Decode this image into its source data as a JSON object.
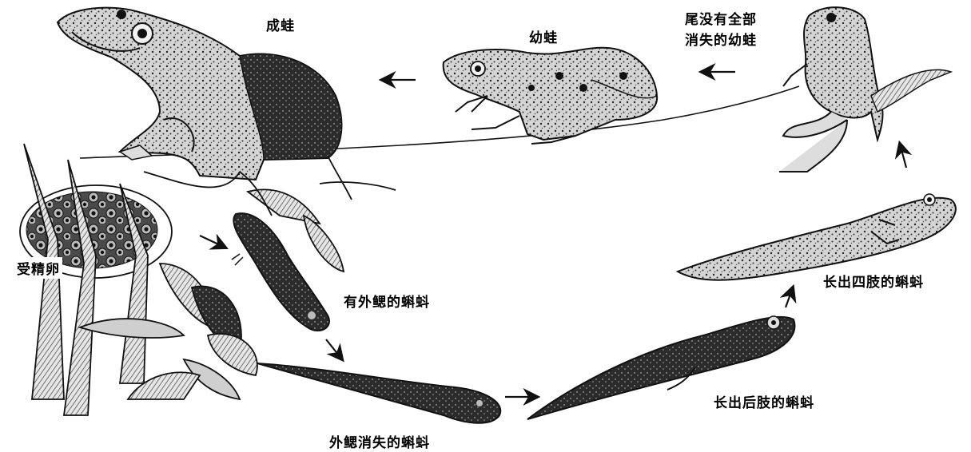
{
  "labels": {
    "adult_frog": "成蛙",
    "young_frog": "幼蛙",
    "tail_frog_line1": "尾没有全部",
    "tail_frog_line2": "消失的幼蛙",
    "fertilized_eggs": "受精卵",
    "external_gill_tadpole": "有外鳃的蝌蚪",
    "gill_lost_tadpole": "外鳃消失的蝌蚪",
    "hind_limb_tadpole": "长出后肢的蝌蚪",
    "four_limb_tadpole": "长出四肢的蝌蚪"
  },
  "colors": {
    "ink": "#111111",
    "paper": "#ffffff",
    "skin_light": "#d8d8d8",
    "skin_dark": "#2a2a2a"
  }
}
